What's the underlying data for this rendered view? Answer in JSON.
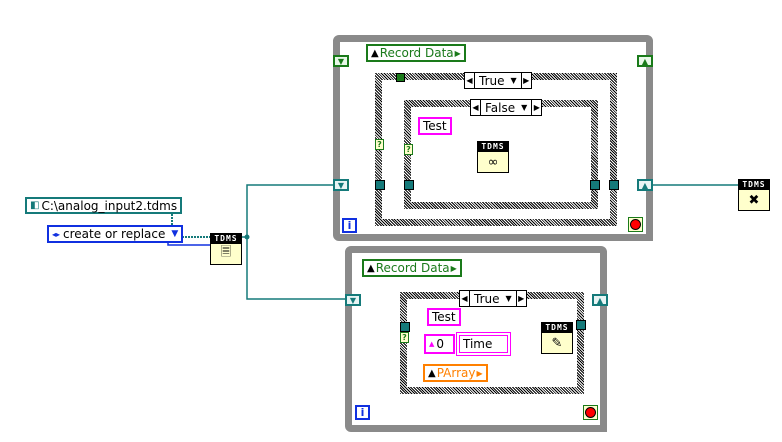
{
  "inputs": {
    "file_path": "C:\\analog_input2.tdms",
    "operation": "create or replace"
  },
  "tdms_label": "TDMS",
  "top_loop": {
    "local_variable": "Record Data",
    "outer_case_selector": "True",
    "inner_case_selector": "False",
    "group_constant": "Test",
    "iteration_label": "i"
  },
  "bottom_loop": {
    "local_variable": "Record Data",
    "case_selector": "True",
    "group_constant": "Test",
    "numeric_constant": "0",
    "channel_constant": "Time",
    "data_local_variable": "PArray",
    "iteration_label": "i"
  },
  "colors": {
    "refnum_wire": "#157a7a",
    "string_wire": "#ff00ff",
    "enum_wire": "#1030e0",
    "boolean_wire": "#1a7a1a",
    "array_wire": "#ff8000",
    "loop_border": "#8a8a8a"
  }
}
